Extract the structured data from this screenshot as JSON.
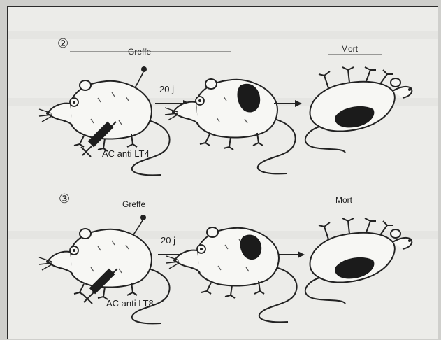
{
  "panels": [
    {
      "number": "②",
      "graft_label": "Greffe",
      "death_label": "Mort",
      "time_label": "20 j",
      "antibody_label": "AC anti LT4"
    },
    {
      "number": "③",
      "graft_label": "Greffe",
      "death_label": "Mort",
      "time_label": "20 j",
      "antibody_label": "AC anti LT8"
    }
  ]
}
